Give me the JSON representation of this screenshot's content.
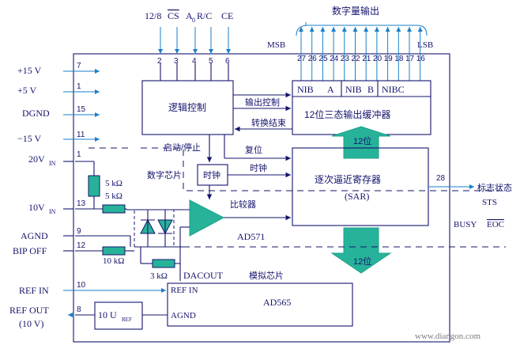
{
  "top_pins": {
    "labels": {
      "p2": "12/8",
      "p3": "CS",
      "p4": "A",
      "p4_sub": "0",
      "p4_rc": "R/C",
      "p6": "CE"
    },
    "numbers": [
      "2",
      "3",
      "4",
      "5",
      "6"
    ]
  },
  "digital_output": {
    "title": "数字量输出",
    "msb": "MSB",
    "lsb": "LSB",
    "pins": [
      "27",
      "26",
      "25",
      "24",
      "23",
      "22",
      "21",
      "20",
      "19",
      "18",
      "17",
      "16"
    ]
  },
  "left_pins": [
    {
      "num": "7",
      "label": "+15 V"
    },
    {
      "num": "1",
      "label": "+5 V"
    },
    {
      "num": "15",
      "label": "DGND"
    },
    {
      "num": "11",
      "label": "−15 V"
    },
    {
      "num": "1",
      "label": "20V",
      "sub": "IN"
    },
    {
      "num": "13",
      "label": "10V",
      "sub": "IN"
    },
    {
      "num": "9",
      "label": "AGND"
    },
    {
      "num": "12",
      "label": "BIP OFF"
    },
    {
      "num": "10",
      "label": "REF IN"
    },
    {
      "num": "8",
      "label": "REF OUT"
    }
  ],
  "ref_out_value": "(10 V)",
  "blocks": {
    "logic": "逻辑控制",
    "buffer_nib": [
      "NIB",
      "A",
      "NIB",
      "B",
      "NIBC"
    ],
    "buffer_title": "12位三态输出缓冲器",
    "clock": "时钟",
    "sar_line1": "逐次逼近寄存器",
    "sar_line2": "(SAR)",
    "ad565": "AD565",
    "ref": "10 U",
    "ref_sub": "REF",
    "ref_agnd": "AGND",
    "ref_in": "REF IN"
  },
  "signals": {
    "output_control": "输出控制",
    "conversion_end": "转换结束",
    "start_stop": "启动/停止",
    "reset": "复位",
    "clock": "时钟",
    "comparator": "比较器",
    "digital_chip": "数字芯片",
    "analog_chip": "模拟芯片",
    "ad571": "AD571",
    "dacout": "DACOUT",
    "bits_top": "12位",
    "bits_bottom": "12位",
    "status_pin": "28",
    "status": "标志状态",
    "sts": "STS",
    "busy": "BUSY",
    "eoc": "EOC"
  },
  "resistors": {
    "r1": "5 kΩ",
    "r2": "5 kΩ",
    "r3": "10 kΩ",
    "r4": "3 kΩ"
  },
  "watermark": "www.diangon.com",
  "colors": {
    "ink": "#14146e",
    "arrow_blue": "#1a7fc8",
    "teal": "#1fa08a",
    "green_fill": "#27b39a"
  }
}
